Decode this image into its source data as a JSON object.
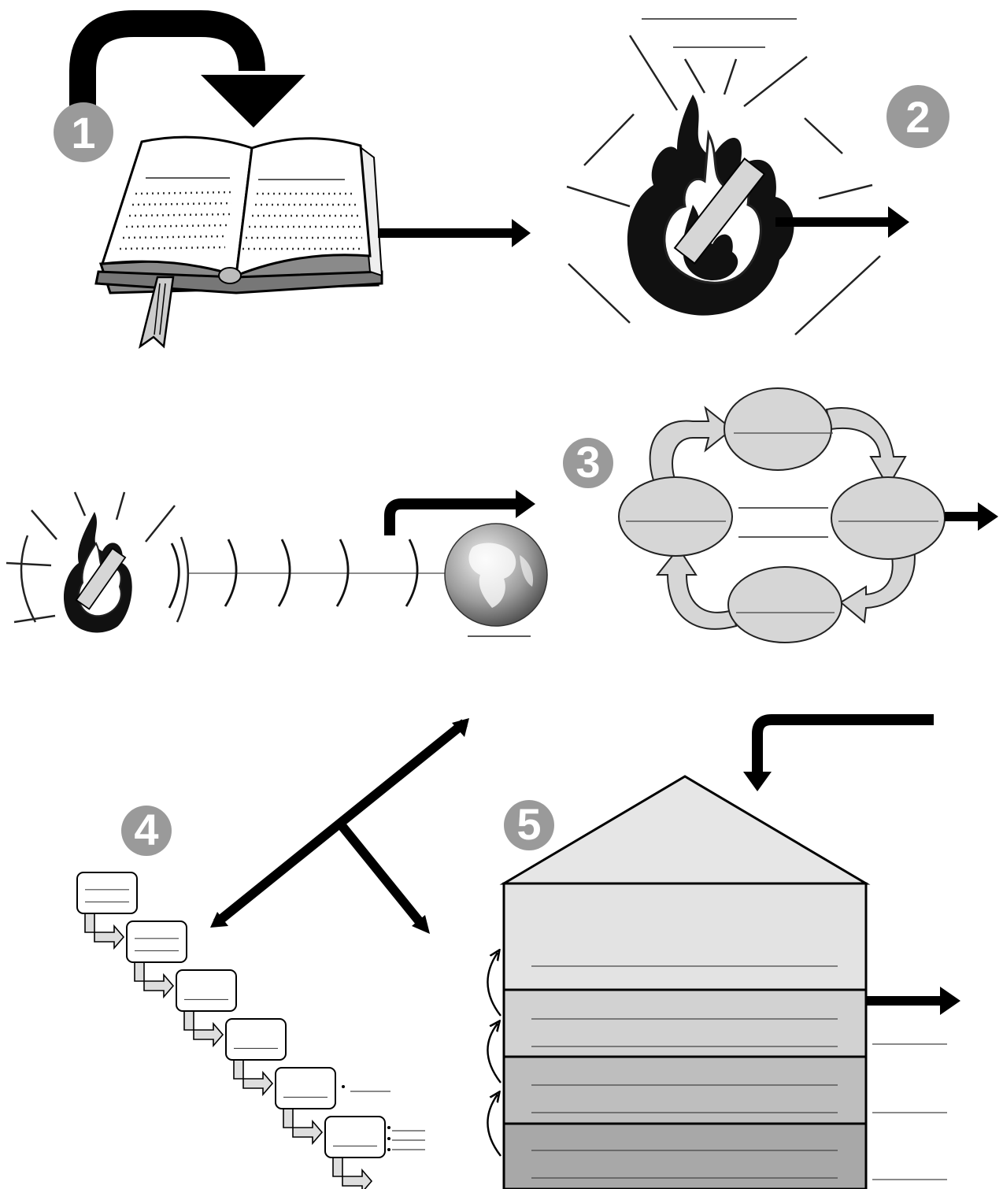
{
  "steps": [
    {
      "number": "1"
    },
    {
      "number": "2"
    },
    {
      "number": "3"
    },
    {
      "number": "4"
    },
    {
      "number": "5"
    }
  ],
  "colors": {
    "badge": "#9a9a9a",
    "ink": "#000000",
    "fill_light": "#dcdcdc",
    "fill_mid": "#c4c4c4",
    "fill_dark": "#a9a9a9",
    "roof": "#e6e6e6"
  },
  "icons": [
    "open-book-icon",
    "fire-icon",
    "globe-icon",
    "cycle-diagram",
    "staircase-boxes",
    "layered-house"
  ]
}
